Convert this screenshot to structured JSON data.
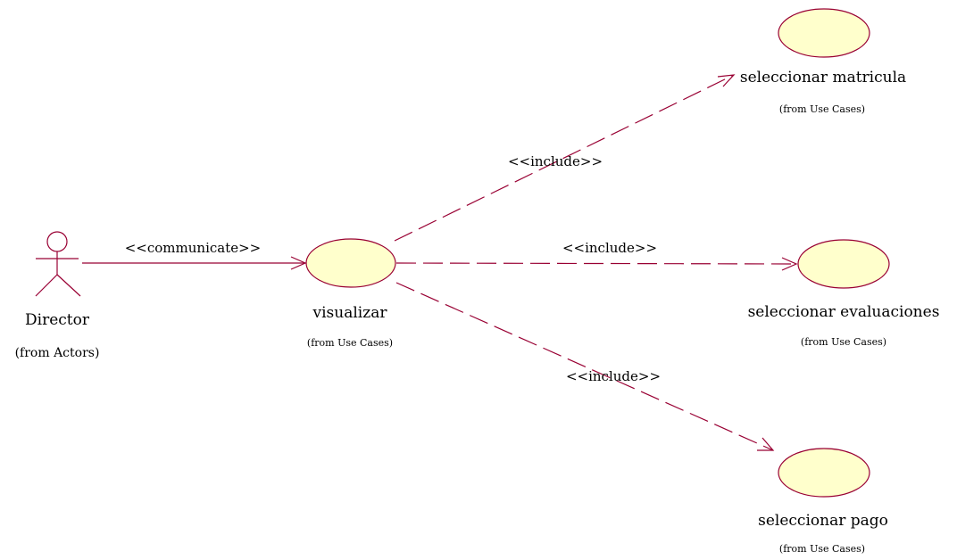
{
  "colors": {
    "line": "#990033",
    "usecase_fill": "#ffffcc"
  },
  "actor": {
    "name": "Director",
    "origin": "(from Actors)"
  },
  "use_cases": {
    "visualizar": {
      "name": "visualizar",
      "origin": "(from Use Cases)"
    },
    "matricula": {
      "name": "seleccionar matricula",
      "origin": "(from Use Cases)"
    },
    "evaluaciones": {
      "name": "seleccionar evaluaciones",
      "origin": "(from Use Cases)"
    },
    "pago": {
      "name": "seleccionar pago",
      "origin": "(from Use Cases)"
    }
  },
  "relations": {
    "communicate": "<<communicate>>",
    "include_matricula": "<<include>>",
    "include_evaluaciones": "<<include>>",
    "include_pago": "<<include>>"
  }
}
